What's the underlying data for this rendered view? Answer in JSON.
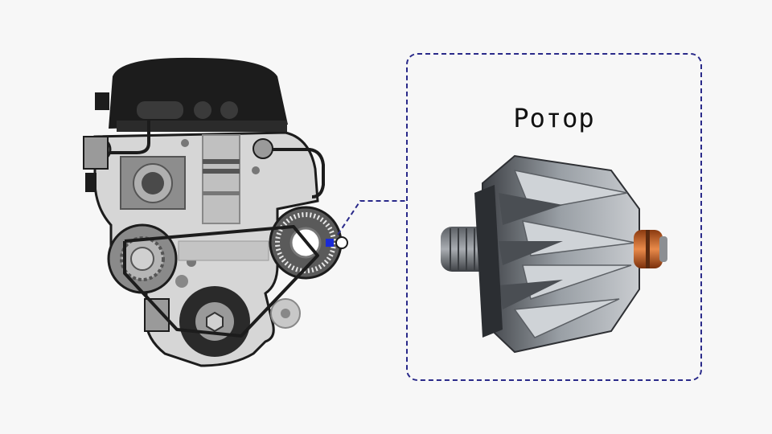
{
  "callout": {
    "title": "Ротор"
  },
  "colors": {
    "engine_dark": "#1c1c1c",
    "engine_light": "#d6d6d6",
    "engine_mid": "#9a9a9a",
    "callout_border": "#2a2a8a",
    "rotor_metal": "#6f7378",
    "rotor_copper": "#c8642a",
    "marker_blue": "#1a2bd6"
  },
  "icons": {
    "engine": "engine-illustration",
    "rotor": "alternator-rotor-image",
    "marker": "alternator-marker"
  }
}
